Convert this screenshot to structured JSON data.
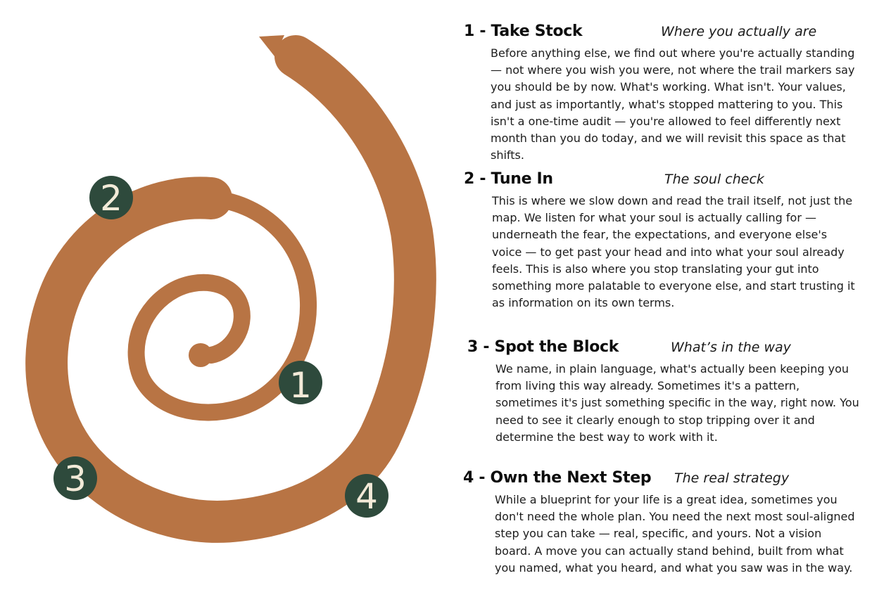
{
  "colors": {
    "spiral": "#b87444",
    "badge_fill": "#2e4a3c",
    "badge_text": "#f2ead8",
    "text": "#1a1a1a"
  },
  "diagram": {
    "badges": [
      "1",
      "2",
      "3",
      "4"
    ]
  },
  "steps": [
    {
      "title": "1 - Take Stock",
      "subtitle": "Where you actually are",
      "body": "Before anything else, we find out where you're actually standing — not where you wish you were, not where the trail markers say you should be by now. What's working. What isn't. Your values, and just as importantly, what's stopped mattering to you. This isn't a one-time audit — you're allowed to feel differently next month than you do today, and we will revisit this space as that shifts."
    },
    {
      "title": "2 - Tune In",
      "subtitle": "The soul check",
      "body": "This is where we slow down and read the trail itself, not just the map. We listen for what your soul is actually calling for — underneath the fear, the expectations, and everyone else's voice — to get past your head and into what your soul already feels. This is also where you stop translating your gut into something more palatable to everyone else, and start trusting it as information on its own terms."
    },
    {
      "title": "3 - Spot the Block",
      "subtitle": "What’s in the way",
      "body": "We name, in plain language, what's actually been keeping you from living this way already. Sometimes it's a pattern, sometimes it's just something specific in the way, right now. You need to see it clearly enough to stop tripping over it and determine the best way to work with it."
    },
    {
      "title": "4 - Own the Next Step",
      "subtitle": "The real strategy",
      "body": "While a blueprint for your life is a great idea, sometimes you don't need the whole plan. You need the next most soul-aligned step you can take — real, specific, and yours. Not a vision board. A move you can actually stand behind, built from what you named, what you heard, and what you saw was in the way."
    }
  ]
}
